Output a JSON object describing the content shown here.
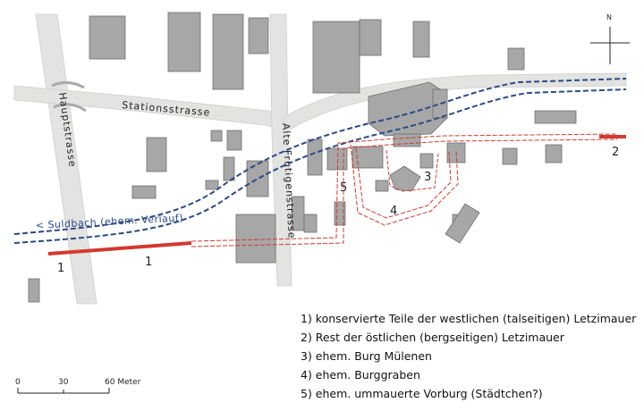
{
  "roads": {
    "hauptstrasse": "Hauptstrasse",
    "stationsstrasse": "Stationsstrasse",
    "alte_frutigenstrasse": "Alte Frutigenstrasse"
  },
  "creek_label": "< Suldbach (ehem. Verlauf)",
  "markers": [
    "1",
    "1",
    "2",
    "3",
    "4",
    "5"
  ],
  "north": "N",
  "scale": {
    "labels": [
      "0",
      "30",
      "60 Meter"
    ]
  },
  "legend": [
    "1) konservierte Teile der westlichen (talseitigen) Letzimauer",
    "2) Rest der östlichen (bergseitigen) Letzimauer",
    "3) ehem. Burg Mülenen",
    "4) ehem. Burggraben",
    "5) ehem. ummauerte Vorburg (Städtchen?)"
  ],
  "colors": {
    "road": "#e3e3e1",
    "building": "#a7a7a7",
    "building_stroke": "#6f6f6f",
    "wall_red": "#d23a2e",
    "creek_blue": "#2b4a87"
  }
}
